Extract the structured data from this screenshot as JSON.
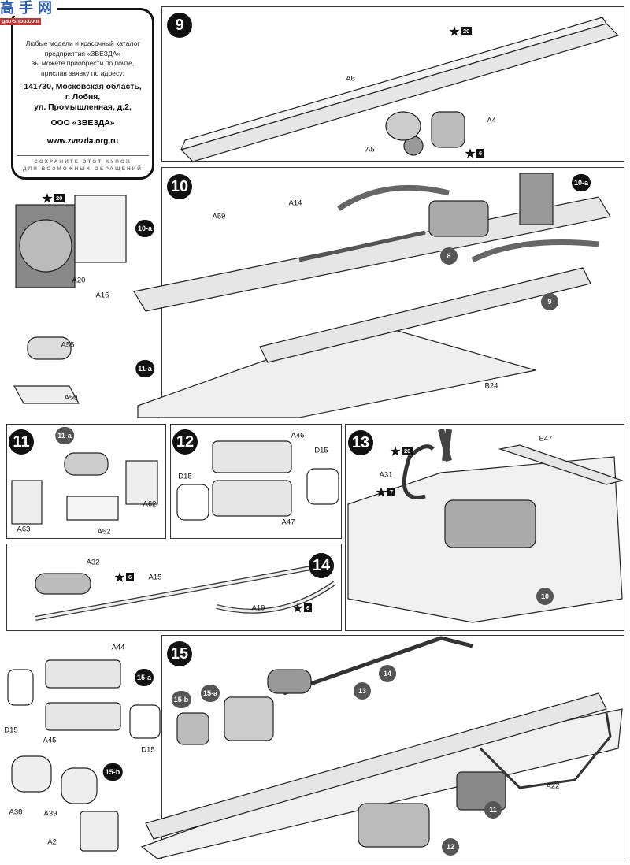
{
  "watermark": {
    "cn": "高手网",
    "site": "gao-shou.com"
  },
  "coupon": {
    "intro": [
      "Любые модели и красочный каталог",
      "предприятия «ЗВЕЗДА»",
      "вы можете приобрести по почте,",
      "прислав заявку по адресу:"
    ],
    "address": [
      "141730, Московская область,",
      "г. Лобня,",
      "ул. Промышленная, д.2,"
    ],
    "company": "ООО «ЗВЕЗДА»",
    "url": "www.zvezda.org.ru",
    "save_note": [
      "СОХРАНИТЕ ЭТОТ КУПОН",
      "ДЛЯ ВОЗМОЖНЫХ ОБРАЩЕНИЙ"
    ]
  },
  "steps": {
    "s9": "9",
    "s10": "10",
    "s11": "11",
    "s12": "12",
    "s13": "13",
    "s14": "14",
    "s15": "15"
  },
  "badges": {
    "b10a": "10-a",
    "b11a": "11-a",
    "b15a": "15-a",
    "b15b": "15-b",
    "b8": "8",
    "b9": "9",
    "b10": "10",
    "b11": "11",
    "b12": "12",
    "b13": "13",
    "b14": "14"
  },
  "stars": {
    "c20": "20",
    "c6": "6",
    "c7": "7"
  },
  "parts": {
    "A2": "A2",
    "A4": "A4",
    "A5": "A5",
    "A6": "A6",
    "A14": "A14",
    "A15": "A15",
    "A16": "A16",
    "A19": "A19",
    "A20": "A20",
    "A22": "A22",
    "A31": "A31",
    "A32": "A32",
    "A38": "A38",
    "A39": "A39",
    "A44": "A44",
    "A45": "A45",
    "A46": "A46",
    "A47": "A47",
    "A50": "A50",
    "A52": "A52",
    "A55": "A55",
    "A59": "A59",
    "A62": "A62",
    "A63": "A63",
    "B24": "B24",
    "D15": "D15",
    "E47": "E47"
  },
  "colors": {
    "ink": "#111111",
    "part_fill": "#d9d9d9",
    "part_dark": "#8a8a8a"
  }
}
